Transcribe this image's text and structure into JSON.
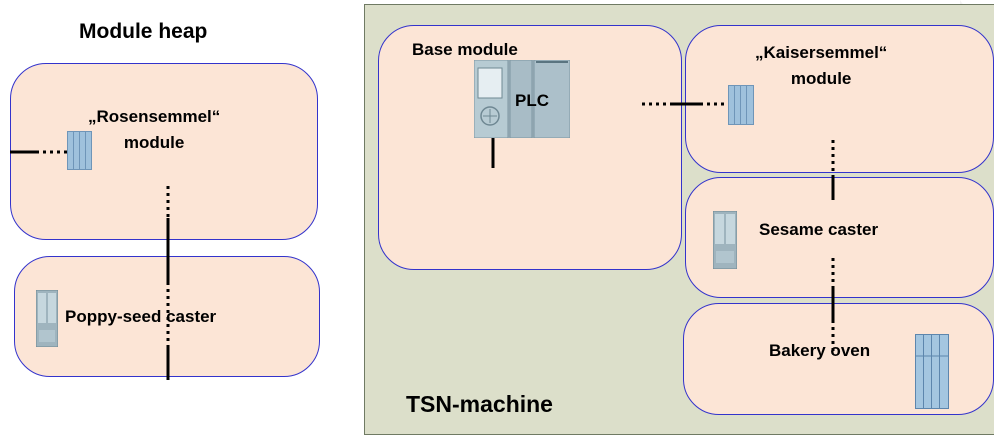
{
  "heap": {
    "title": "Module heap",
    "rosensemmel": "„Rosensemmel“\nmodule",
    "poppy": "Poppy-seed caster"
  },
  "machine": {
    "label": "TSN-machine",
    "base": "Base module",
    "plc": "PLC",
    "kaiser": "„Kaisersemmel“\nmodule",
    "sesame": "Sesame caster",
    "oven": "Bakery oven"
  }
}
